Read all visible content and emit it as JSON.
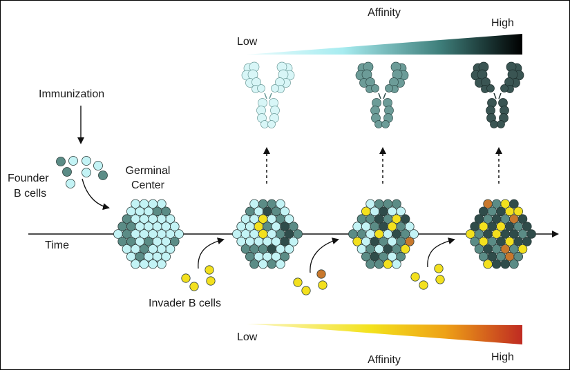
{
  "labels": {
    "affinity_top": "Affinity",
    "low_top": "Low",
    "high_top": "High",
    "immunization": "Immunization",
    "founder_line1": "Founder",
    "founder_line2": "B cells",
    "germinal_line1": "Germinal",
    "germinal_line2": "Center",
    "time": "Time",
    "invader": "Invader B cells",
    "low_bottom": "Low",
    "affinity_bottom": "Affinity",
    "high_bottom": "High"
  },
  "colors": {
    "founder_light": "#c3f3f5",
    "founder_mid": "#5b8c86",
    "founder_dark": "#2f4c4a",
    "invader_yellow": "#f3e01e",
    "invader_orange": "#c8782d",
    "antibody_low": "#d8f6f7",
    "antibody_mid": "#6c9c98",
    "antibody_high": "#3a5553"
  },
  "germinal_centers": [
    {
      "stage": "founder",
      "cells": [
        "L",
        "L",
        "L",
        "L",
        "L",
        "L",
        "L",
        "M",
        "M",
        "M",
        "L",
        "L",
        "L",
        "L",
        "L",
        "M",
        "M",
        "L",
        "L",
        "L",
        "L",
        "L",
        "L",
        "M",
        "L",
        "L",
        "L",
        "L",
        "L",
        "L",
        "M",
        "M",
        "L",
        "M",
        "L",
        "L",
        "M",
        "L",
        "L",
        "M",
        "L",
        "L",
        "L",
        "L",
        "M",
        "L"
      ]
    },
    {
      "stage": "early",
      "cells": [
        "L",
        "M",
        "M",
        "L",
        "M",
        "L",
        "D",
        "M",
        "L",
        "L",
        "L",
        "Y",
        "L",
        "M",
        "L",
        "L",
        "L",
        "Y",
        "M",
        "L",
        "D",
        "M",
        "L",
        "L",
        "L",
        "Y",
        "L",
        "M",
        "D",
        "M",
        "L",
        "L",
        "L",
        "L",
        "L",
        "D",
        "L",
        "M",
        "M",
        "M",
        "D",
        "L",
        "L",
        "M",
        "L",
        "L"
      ]
    },
    {
      "stage": "mid",
      "cells": [
        "L",
        "M",
        "M",
        "M",
        "Y",
        "L",
        "D",
        "L",
        "L",
        "M",
        "M",
        "D",
        "M",
        "Y",
        "D",
        "L",
        "L",
        "M",
        "D",
        "Y",
        "M",
        "L",
        "M",
        "M",
        "L",
        "Y",
        "L",
        "D",
        "M",
        "L",
        "Y",
        "L",
        "D",
        "M",
        "L",
        "M",
        "O",
        "L",
        "M",
        "L",
        "D",
        "M",
        "Y",
        "M",
        "D",
        "M"
      ]
    },
    {
      "stage": "late",
      "cells": [
        "O",
        "M",
        "Y",
        "D",
        "D",
        "M",
        "D",
        "Y",
        "Y",
        "D",
        "M",
        "D",
        "M",
        "O",
        "D",
        "D",
        "Y",
        "D",
        "Y",
        "D",
        "M",
        "D",
        "Y",
        "M",
        "D",
        "Y",
        "D",
        "D",
        "M",
        "D",
        "M",
        "Y",
        "M",
        "D",
        "Y",
        "D",
        "D",
        "M",
        "D",
        "M",
        "O",
        "M",
        "Y",
        "M",
        "D",
        "M"
      ]
    }
  ],
  "invader_groups": [
    [
      "Y",
      "Y",
      "Y",
      "Y"
    ],
    [
      "Y",
      "Y",
      "Y",
      "O"
    ],
    [
      "Y",
      "Y",
      "Y",
      "Y"
    ]
  ],
  "antibodies": [
    "low",
    "mid",
    "high"
  ]
}
